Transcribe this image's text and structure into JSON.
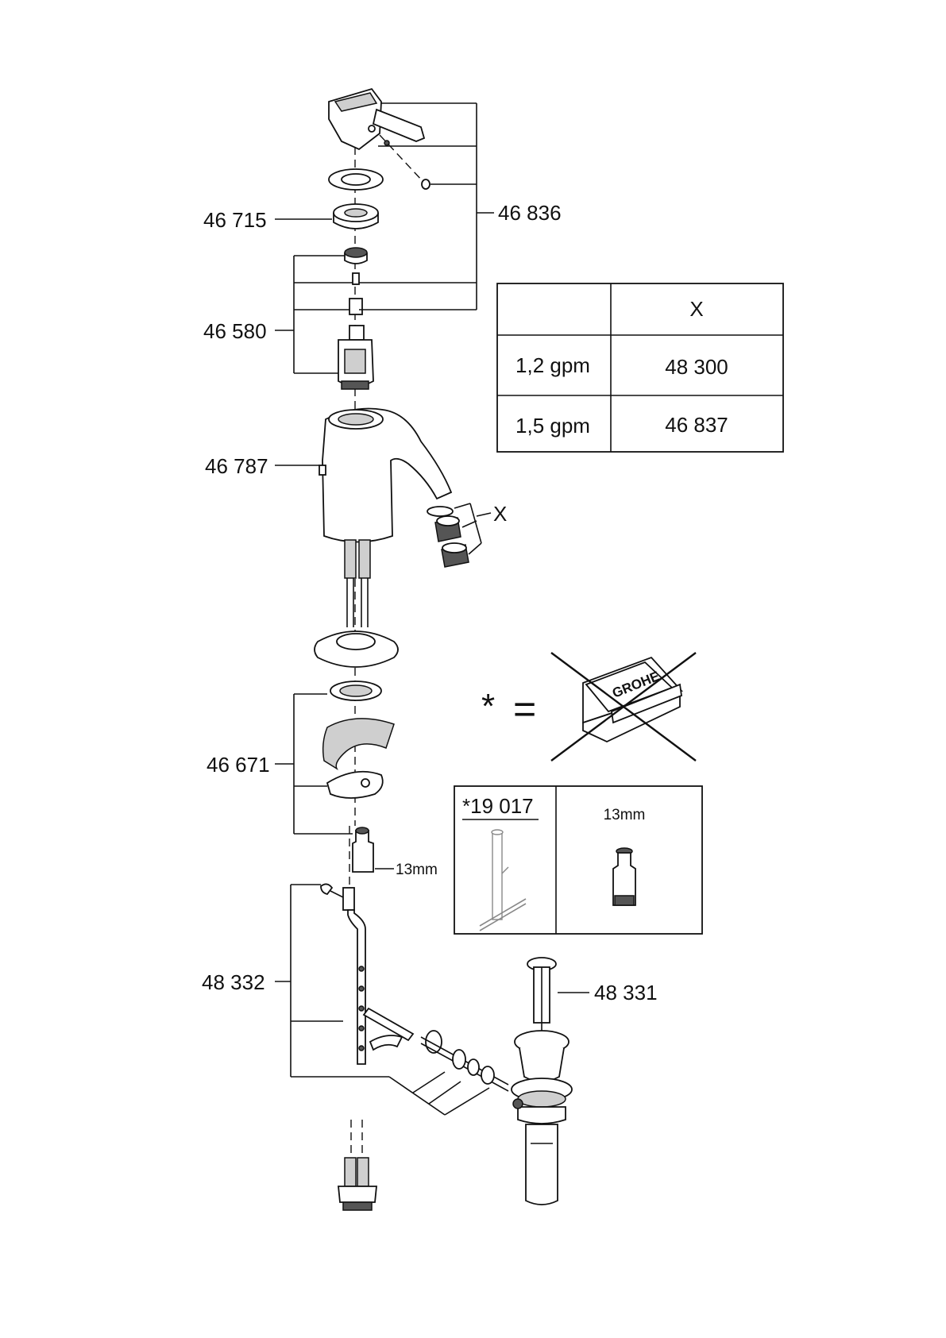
{
  "parts": {
    "p46836": "46 836",
    "p46715": "46 715",
    "p46580": "46 580",
    "p46787": "46 787",
    "p46671": "46 671",
    "p48332": "48 332",
    "p48331": "48 331",
    "aerator_x": "X",
    "wrench_13mm": "13mm"
  },
  "flow_table": {
    "header": [
      "",
      "X"
    ],
    "rows": [
      [
        "1,2 gpm",
        "48 300"
      ],
      [
        "1,5 gpm",
        "46 837"
      ]
    ]
  },
  "tool_note": {
    "asterisk": "*",
    "equals": "=",
    "brand": "GROHE",
    "tool_code": "*19 017",
    "wrench_size": "13mm"
  }
}
